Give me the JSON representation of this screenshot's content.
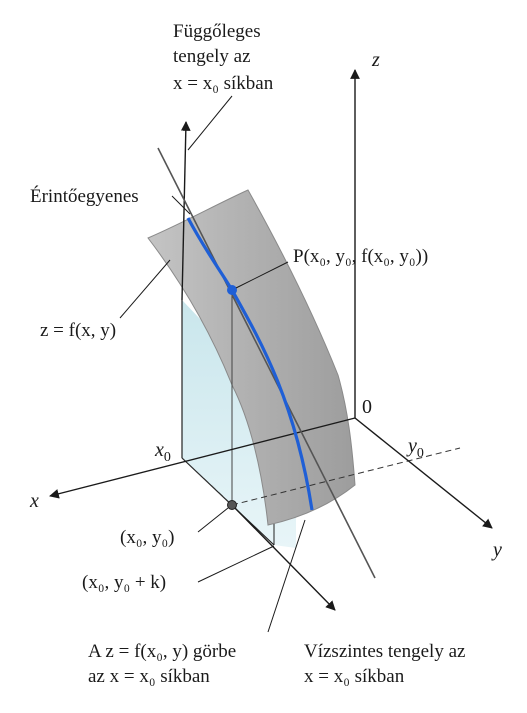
{
  "axes": {
    "z": "z",
    "x": "x",
    "y": "y",
    "origin": "0",
    "x0_tick": "x",
    "x0_sub": "0",
    "y0_tick": "y",
    "y0_sub": "0"
  },
  "labels": {
    "vertical_axis": [
      "Függőleges",
      "tengely az",
      "x = x₀ síkban"
    ],
    "tangent_line": "Érintőegyenes",
    "point_P": "P(x₀, y₀, f(x₀, y₀))",
    "surface": "z = f(x, y)",
    "point_base": "(x₀, y₀)",
    "point_base_k": "(x₀, y₀ + k)",
    "curve_caption": [
      "A  z = f(x₀, y) görbe",
      "az  x = x₀  síkban"
    ],
    "horizontal_axis": [
      "Vízszintes tengely az",
      "x = x₀ síkban"
    ]
  },
  "colors": {
    "surface": "#b5b5b5",
    "surface_edge": "#8a8a8a",
    "plane": "#d6edf1",
    "curve": "#1f5fd6",
    "point": "#1f5fd6",
    "axis": "#1a1a1a"
  }
}
